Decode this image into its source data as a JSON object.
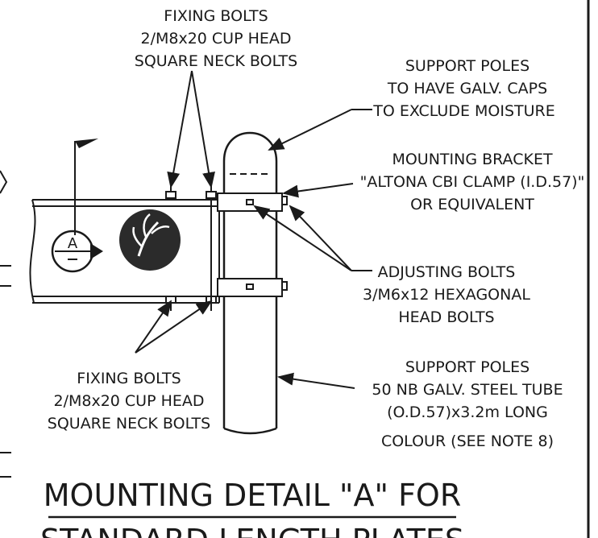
{
  "labels": {
    "fixing_bolts_top": [
      "FIXING BOLTS",
      "2/M8x20 CUP HEAD",
      "SQUARE NECK BOLTS"
    ],
    "support_poles_caps": [
      "SUPPORT POLES",
      "TO HAVE GALV. CAPS",
      "TO EXCLUDE MOISTURE"
    ],
    "mounting_bracket": [
      "MOUNTING BRACKET",
      "\"ALTONA CBI CLAMP (I.D.57)\"",
      "OR EQUIVALENT"
    ],
    "adjusting_bolts": [
      "ADJUSTING BOLTS",
      "3/M6x12 HEXAGONAL",
      "HEAD BOLTS"
    ],
    "support_poles_tube": [
      "SUPPORT POLES",
      "50 NB GALV. STEEL TUBE",
      "(O.D.57)x3.2m LONG",
      "COLOUR (SEE NOTE 8)"
    ],
    "fixing_bolts_bottom": [
      "FIXING BOLTS",
      "2/M8x20 CUP HEAD",
      "SQUARE NECK BOLTS"
    ],
    "marker_letter": "A"
  },
  "title": {
    "line1": "MOUNTING DETAIL \"A\" FOR",
    "line2_partial": "STANDARD LENGTH PLATES"
  },
  "icons": {
    "marker": "direction-arrow-marker-icon",
    "logo": "plant-logo-icon",
    "flag": "flag-icon"
  },
  "colors": {
    "ink": "#1a1a1a",
    "logo_fill": "#2b2b2b",
    "paper": "#ffffff"
  }
}
